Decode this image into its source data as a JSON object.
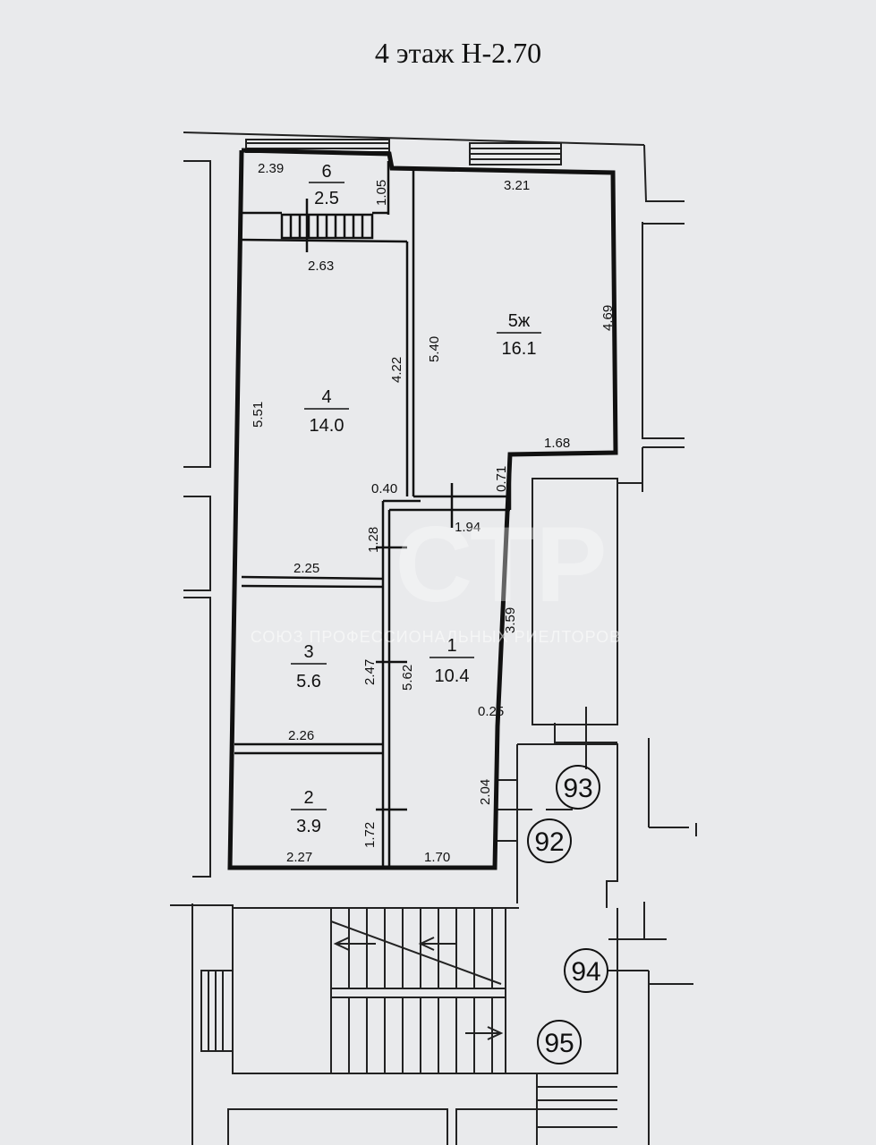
{
  "title": "4 этаж Н-2.70",
  "rooms": [
    {
      "id": "r6",
      "number": "6",
      "area": "2.5"
    },
    {
      "id": "r5",
      "number": "5ж",
      "area": "16.1"
    },
    {
      "id": "r4",
      "number": "4",
      "area": "14.0"
    },
    {
      "id": "r3",
      "number": "3",
      "area": "5.6"
    },
    {
      "id": "r1",
      "number": "1",
      "area": "10.4"
    },
    {
      "id": "r2",
      "number": "2",
      "area": "3.9"
    }
  ],
  "dimensions": {
    "d_2_39": "2.39",
    "d_1_05": "1.05",
    "d_3_21": "3.21",
    "d_2_63": "2.63",
    "d_4_69": "4.69",
    "d_5_40": "5.40",
    "d_4_22": "4.22",
    "d_5_51": "5.51",
    "d_1_68": "1.68",
    "d_0_40": "0.40",
    "d_0_71": "0.71",
    "d_1_94": "1.94",
    "d_1_28": "1.28",
    "d_2_25": "2.25",
    "d_3_59": "3.59",
    "d_2_47": "2.47",
    "d_5_62": "5.62",
    "d_0_25": "0.25",
    "d_2_26": "2.26",
    "d_2_04": "2.04",
    "d_1_72": "1.72",
    "d_2_27": "2.27",
    "d_1_70": "1.70"
  },
  "neighbors": [
    "93",
    "92",
    "94",
    "95"
  ],
  "watermark": {
    "logo": "СТР",
    "text": "СОЮЗ ПРОФЕССИОНАЛЬНЫХ РИЕЛТОРОВ"
  }
}
